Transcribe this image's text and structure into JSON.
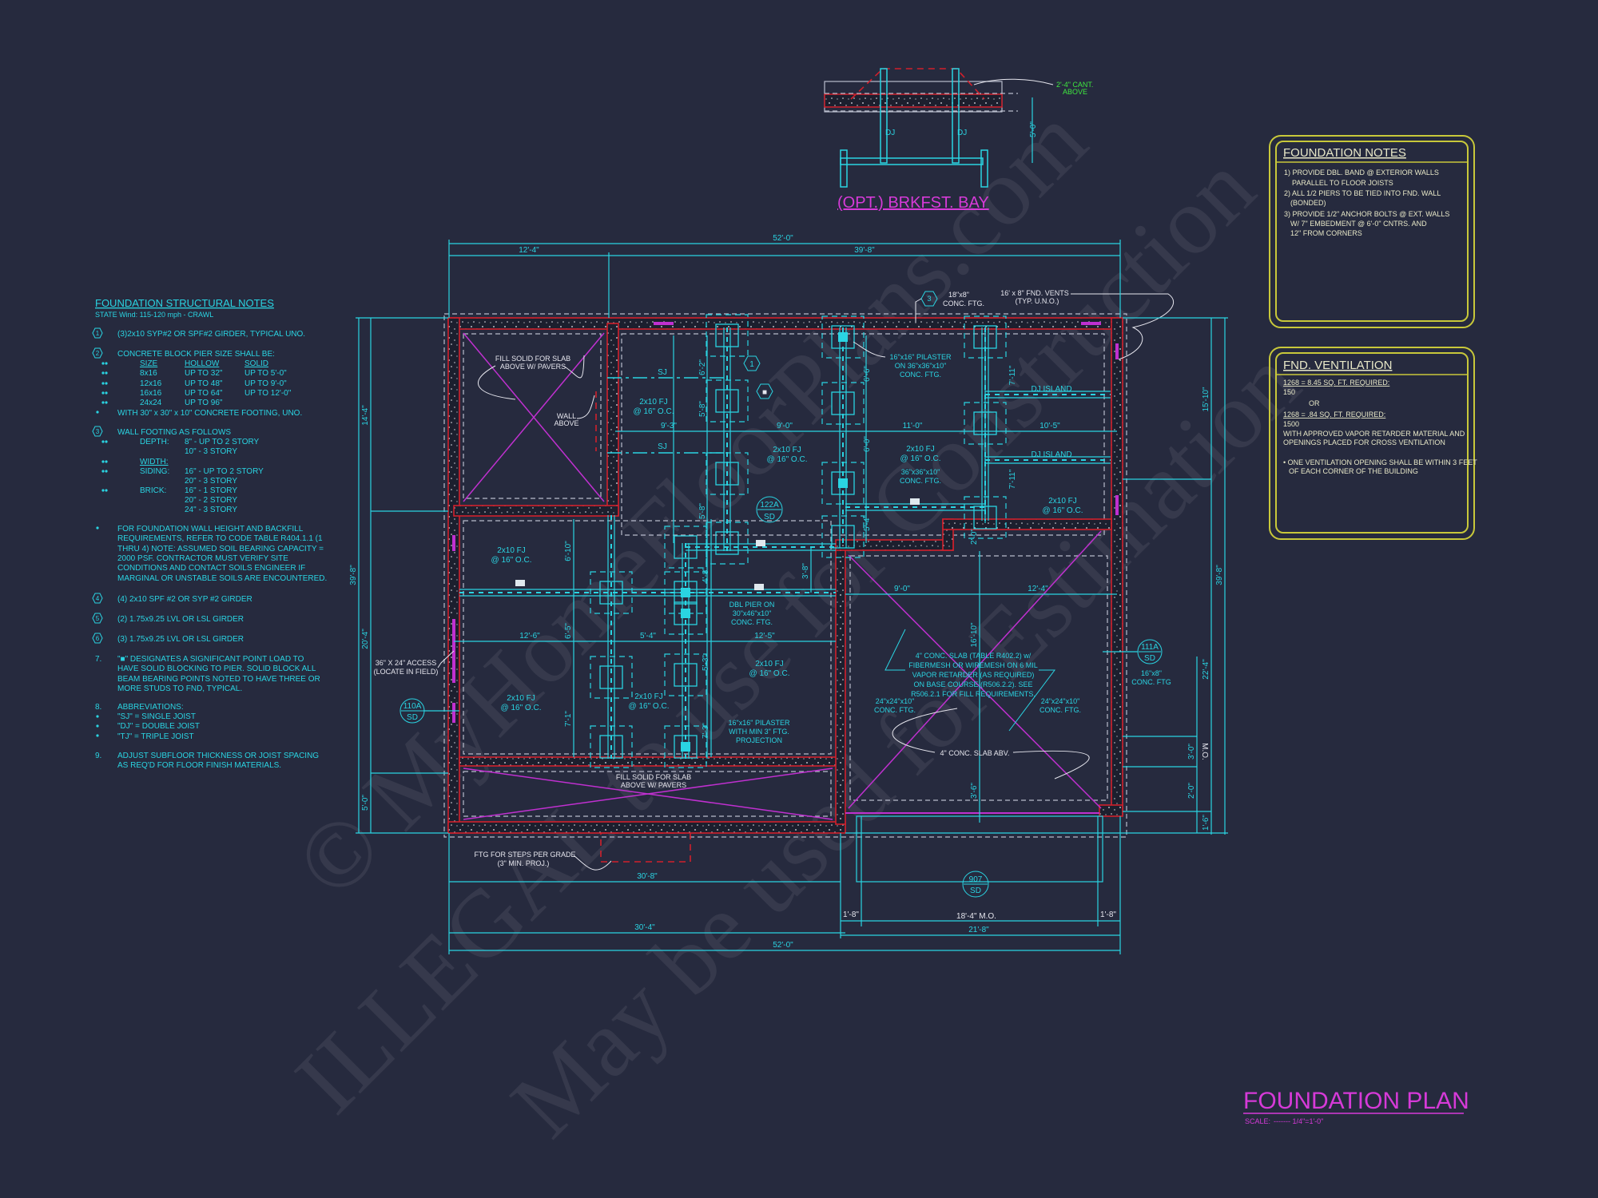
{
  "drawing": {
    "title": "FOUNDATION PLAN",
    "scale_label": "SCALE:",
    "scale_value": "------- 1/4\"=1'-0\""
  },
  "colors": {
    "background": "#262a3e",
    "structure": "#2ad4e2",
    "walls": "#d0202c",
    "slab_x": "#c030d0",
    "title": "#d63ad8",
    "note_boxes": "#c8c83a",
    "cantilever_note": "#3fe83f"
  },
  "watermark": {
    "line1": "© MyHomeFloorPlans.com",
    "line2": "ILLEGAL to use for Construction",
    "line3": "May be used for Estimation"
  },
  "breakfast_bay": {
    "title": "(OPT.) BRKFST. BAY",
    "cant_note": [
      "2'-4\" CANT.",
      "ABOVE"
    ],
    "joist_labels": [
      "DJ",
      "DJ"
    ],
    "dim": "5'-0\""
  },
  "structural_notes": {
    "title": "FOUNDATION STRUCTURAL NOTES",
    "subtitle": "STATE Wind: 115-120 mph - CRAWL",
    "n1": {
      "marker": "1",
      "text": "(3)2x10 SYP#2 OR SPF#2 GIRDER, TYPICAL UNO."
    },
    "n2": {
      "marker": "2",
      "text": "CONCRETE BLOCK PIER SIZE SHALL BE:",
      "headers": [
        "SIZE",
        "HOLLOW",
        "SOLID"
      ],
      "rows": [
        [
          "8x16",
          "UP TO 32\"",
          "UP TO 5'-0\""
        ],
        [
          "12x16",
          "UP TO 48\"",
          "UP TO 9'-0\""
        ],
        [
          "16x16",
          "UP TO 64\"",
          "UP TO 12'-0\""
        ],
        [
          "24x24",
          "UP TO 96\"",
          ""
        ]
      ],
      "footnote": "WITH 30\" x 30\" x 10\" CONCRETE FOOTING, UNO."
    },
    "n3": {
      "marker": "3",
      "text": "WALL FOOTING AS FOLLOWS",
      "depth_label": "DEPTH:",
      "depth": [
        "8\" - UP TO 2 STORY",
        "10\" - 3 STORY"
      ],
      "width_label": "WIDTH:",
      "siding_label": "SIDING:",
      "siding": [
        "16\" - UP TO 2 STORY",
        "20\" - 3 STORY"
      ],
      "brick_label": "BRICK:",
      "brick": [
        "16\" - 1 STORY",
        "20\" - 2 STORY",
        "24\" - 3 STORY"
      ]
    },
    "backfill": [
      "FOR FOUNDATION WALL HEIGHT AND BACKFILL",
      "REQUIREMENTS, REFER TO CODE TABLE R404.1.1 (1",
      "THRU 4) NOTE: ASSUMED SOIL BEARING CAPACITY =",
      "2000 PSF. CONTRACTOR MUST VERIFY SITE",
      "CONDITIONS AND CONTACT SOILS ENGINEER IF",
      "MARGINAL OR UNSTABLE SOILS ARE ENCOUNTERED."
    ],
    "n4": {
      "marker": "4",
      "text": "(4) 2x10 SPF #2 OR SYP #2 GIRDER"
    },
    "n5": {
      "marker": "5",
      "text": "(2) 1.75x9.25 LVL OR LSL GIRDER"
    },
    "n6": {
      "marker": "6",
      "text": "(3) 1.75x9.25 LVL OR LSL GIRDER"
    },
    "n7": {
      "marker": "7.",
      "lines": [
        "\"■\" DESIGNATES A SIGNIFICANT POINT LOAD TO",
        "HAVE SOLID BLOCKING TO  PIER. SOLID BLOCK ALL",
        "BEAM BEARING POINTS NOTED TO HAVE THREE OR",
        "MORE STUDS TO FND, TYPICAL."
      ]
    },
    "n8": {
      "marker": "8.",
      "text": "ABBREVIATIONS:",
      "items": [
        "\"SJ\" = SINGLE JOIST",
        "\"DJ\" = DOUBLE JOIST",
        "\"TJ\" = TRIPLE JOIST"
      ]
    },
    "n9": {
      "marker": "9.",
      "lines": [
        "ADJUST SUBFLOOR THICKNESS OR JOIST SPACING",
        "AS REQ'D FOR FLOOR FINISH MATERIALS."
      ]
    }
  },
  "foundation_notes": {
    "title": "FOUNDATION NOTES",
    "lines": [
      "1) PROVIDE DBL. BAND @ EXTERIOR WALLS",
      "PARALLEL TO FLOOR JOISTS",
      "2) ALL 1/2 PIERS TO BE TIED INTO FND. WALL",
      "(BONDED)",
      "3) PROVIDE 1/2\" ANCHOR BOLTS @ EXT. WALLS",
      "W/ 7\" EMBEDMENT @ 6'-0\" CNTRS. AND",
      "12\" FROM CORNERS"
    ]
  },
  "ventilation": {
    "title": "FND. VENTILATION",
    "req1": "1268 = 8.45 SQ. FT. REQUIRED:",
    "req1_div": "150",
    "or": "OR",
    "req2": "1268 = .84 SQ. FT. REQUIRED:",
    "req2_div": "1500",
    "lines": [
      "WITH APPROVED VAPOR RETARDER MATERIAL AND",
      "OPENINGS PLACED FOR CROSS VENTILATION",
      "• ONE VENTILATION OPENING SHALL BE WITHIN 3 FEET",
      "OF EACH CORNER OF THE BUILDING"
    ]
  },
  "plan": {
    "dims": {
      "top_overall": "52'-0\"",
      "top_left": "12'-4\"",
      "top_right": "39'-8\"",
      "left_overall": "39'-8\"",
      "left_1": "14'-4\"",
      "left_2": "20'-4\"",
      "left_3": "5'-0\"",
      "right_overall": "39'-8\"",
      "right_1": "15'-10\"",
      "right_2": "22'-4\"",
      "right_mo": "3'-0\"",
      "right_mo_label": "M.O.",
      "right_3": "2'-0\"",
      "right_4": "1'-6\"",
      "bottom_1": "30'-8\"",
      "bottom_2": "30'-4\"",
      "bottom_overall": "52'-0\"",
      "bottom_left_pier": "1'-8\"",
      "bottom_mo": "18'-4\" M.O.",
      "bottom_right_pier": "1'-8\"",
      "bottom_garage": "21'-8\"",
      "int": [
        "9'-3\"",
        "9'-0\"",
        "11'-0\"",
        "10'-5\"",
        "12'-6\"",
        "5'-4\"",
        "12'-5\"",
        "9'-0\"",
        "12'-4\"",
        "6'-2\"",
        "5'-8\"",
        "5'-8\"",
        "6'-6\"",
        "6'-0\"",
        "5'-4\"",
        "7'-11\"",
        "7'-11\"",
        "6'-10\"",
        "6'-5\"",
        "7'-1\"",
        "4'-8\"",
        "3'-8\"",
        "5'-3\"",
        "7'-3\"",
        "16'-10\"",
        "2'-0\"",
        "3'-6\""
      ]
    },
    "joists": {
      "fj": "2x10 FJ",
      "oc": "@ 16\" O.C.",
      "sj": "SJ",
      "dj_island": "DJ ISLAND"
    },
    "notes": {
      "fill_top": [
        "FILL SOLID FOR SLAB",
        "ABOVE W/ PAVERS"
      ],
      "wall_above": [
        "WALL",
        "ABOVE"
      ],
      "footing_18x8": [
        "18\"x8\"",
        "CONC. FTG."
      ],
      "vents": [
        "16' x 8\" FND. VENTS",
        "(TYP. U.N.O.)"
      ],
      "pilaster_top": [
        "16\"x16\" PILASTER",
        "ON 36\"x36\"x10\"",
        "CONC. FTG."
      ],
      "ftg_36": [
        "36\"x36\"x10\"",
        "CONC. FTG."
      ],
      "dbl_pier": [
        "DBL PIER ON",
        "30\"x46\"x10\"",
        "CONC. FTG."
      ],
      "pilaster_bottom": [
        "16\"x16\" PILASTER",
        "WITH MIN 3\" FTG.",
        "PROJECTION"
      ],
      "access": [
        "36\" X 24\" ACCESS",
        "(LOCATE IN FIELD)"
      ],
      "fill_bottom": [
        "FILL SOLID FOR SLAB",
        "ABOVE W/ PAVERS"
      ],
      "steps": [
        "FTG FOR STEPS PER GRADE",
        "(3\" MIN. PROJ.)"
      ],
      "slab": [
        "4\" CONC. SLAB (TABLE R402.2) w/",
        "FIBERMESH OR WIREMESH ON 6 MIL",
        "VAPOR RETARDER (AS REQUIRED)",
        "ON BASE COURSE (R506.2.2). SEE",
        "R506.2.1 FOR FILL REQUIREMENTS."
      ],
      "ftg_24_left": [
        "24\"x24\"x10\"",
        "CONC. FTG."
      ],
      "ftg_24_right": [
        "24\"x24\"x10\"",
        "CONC. FTG."
      ],
      "slab_above": "4\" CONC. SLAB ABV.",
      "ftg_16x8": [
        "16\"x8\"",
        "CONC. FTG"
      ]
    },
    "tags": {
      "hex_1": "1",
      "hex_3": "3",
      "hex_point_load": "■",
      "sec_122a": [
        "122A",
        "SD"
      ],
      "sec_110a": [
        "110A",
        "SD"
      ],
      "sec_111a": [
        "111A",
        "SD"
      ],
      "sec_907": [
        "907",
        "SD"
      ]
    }
  }
}
